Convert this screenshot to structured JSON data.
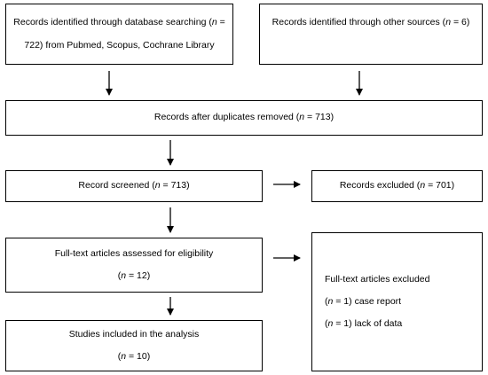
{
  "boxes": {
    "db_search": {
      "line1_pre": "Records identified through database searching (",
      "line1_n": "n",
      "line1_post": " =",
      "line2": "722) from Pubmed, Scopus, Cochrane Library"
    },
    "other_sources": {
      "pre": "Records identified through other sources (",
      "n": "n",
      "post": " = 6)"
    },
    "after_duplicates": {
      "pre": "Records after duplicates removed (",
      "n": "n",
      "post": " = 713)"
    },
    "screened": {
      "pre": "Record screened (",
      "n": "n",
      "post": " = 713)"
    },
    "excluded": {
      "pre": "Records excluded (",
      "n": "n",
      "post": " = 701)"
    },
    "fulltext": {
      "line1": "Full-text articles assessed for eligibility",
      "line2_pre": "(",
      "line2_n": "n",
      "line2_post": " = 12)"
    },
    "fulltext_excluded": {
      "title": "Full-text articles excluded",
      "item1_pre": "(",
      "item1_n": "n",
      "item1_post": " = 1) case report",
      "item2_pre": "(",
      "item2_n": "n",
      "item2_post": " = 1) lack of data"
    },
    "included": {
      "line1": "Studies included in the analysis",
      "line2_pre": "(",
      "line2_n": "n",
      "line2_post": " = 10)"
    }
  }
}
